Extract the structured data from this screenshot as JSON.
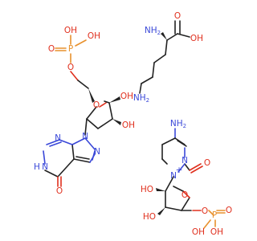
{
  "molecule_inosine_monophosphate": {
    "phosphate_oh1": "OH",
    "phosphate_oh2": "OH",
    "phosphate_p": "P",
    "phosphate_o_double": "O",
    "phosphate_o_link": "O",
    "ring_o": "O",
    "oh3": "OH",
    "oh2": "OH",
    "n9": "N",
    "n7": "N",
    "n3": "N",
    "n1h": "N",
    "h_n1": "H",
    "c6o": "O"
  },
  "molecule_lysine": {
    "amine_alpha": "NH",
    "amine_alpha_sub": "2",
    "acid_o": "O",
    "acid_oh": "OH",
    "amine_epsilon": "NH",
    "amine_epsilon_sub": "2"
  },
  "molecule_cytidine_monophosphate": {
    "amine": "NH",
    "amine_sub": "2",
    "n3": "N",
    "n1": "N",
    "n1_charge": "+",
    "c2o": "O",
    "ring_o": "O",
    "ho2": "HO",
    "ho3": "HO",
    "phosphate_o_link": "O",
    "phosphate_p": "P",
    "phosphate_o_double": "O",
    "phosphate_oh1": "OH",
    "phosphate_oh2": "OH"
  },
  "colors": {
    "bond": "#222222",
    "oxygen": "#e0301e",
    "nitrogen": "#3a48d8",
    "phosphorus": "#e8912d"
  }
}
